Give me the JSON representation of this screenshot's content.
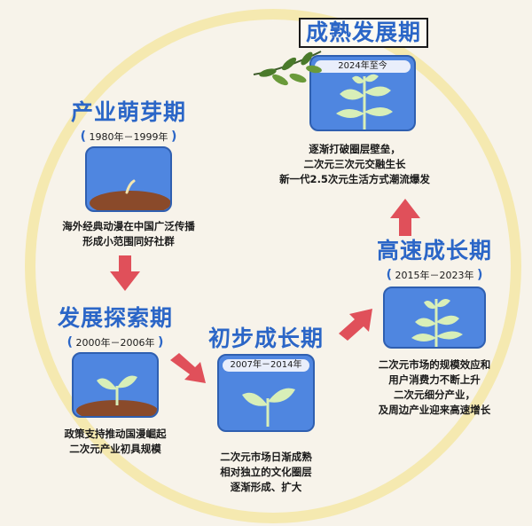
{
  "stages": [
    {
      "title": "产业萌芽期",
      "period": "1980年－1999年",
      "desc": [
        "海外经典动漫在中国广泛传播",
        "形成小范围同好社群"
      ]
    },
    {
      "title": "发展探索期",
      "period": "2000年－2006年",
      "desc": [
        "政策支持推动国漫崛起",
        "二次元产业初具规模"
      ]
    },
    {
      "title": "初步成长期",
      "period": "2007年－2014年",
      "desc": [
        "二次元市场日渐成熟",
        "相对独立的文化圈层",
        "逐渐形成、扩大"
      ]
    },
    {
      "title": "高速成长期",
      "period": "2015年－2023年",
      "desc": [
        "二次元市场的规模效应和",
        "用户消费力不断上升",
        "二次元细分产业，",
        "及周边产业迎来高速增长"
      ]
    },
    {
      "title": "成熟发展期",
      "period": "2024年至今",
      "desc": [
        "逐渐打破圈层壁垒，",
        "二次元三次元交融生长",
        "新一代2.5次元生活方式潮流爆发"
      ]
    }
  ],
  "colors": {
    "title": "#2b66c7",
    "card": "#4f86e0",
    "arrow": "#e0505a",
    "ring": "#f5e9b0"
  }
}
